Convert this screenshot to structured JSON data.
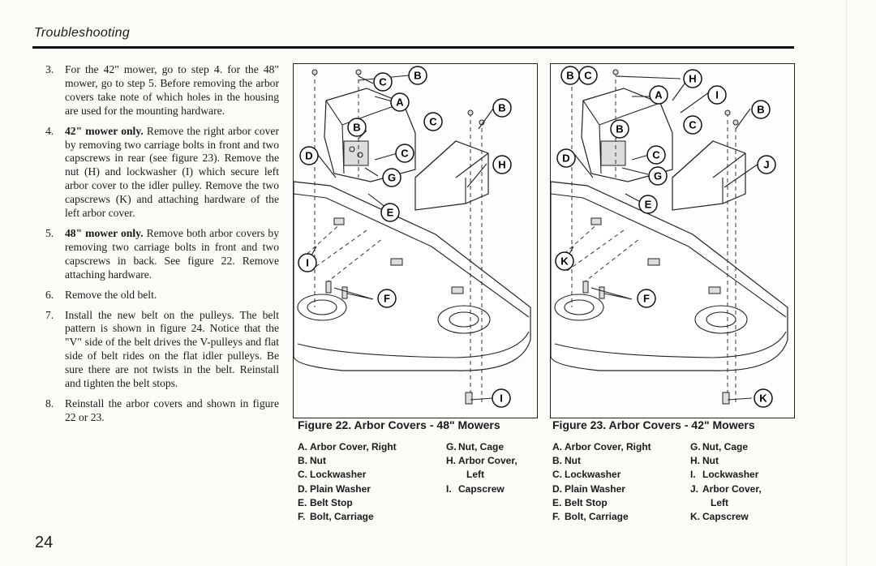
{
  "header": {
    "section": "Troubleshooting"
  },
  "steps": [
    {
      "num": "3.",
      "lead": "",
      "text": "For the 42\" mower, go to step 4. for the 48\" mower, go to step 5. Before removing the arbor covers take note of which holes in the housing are used for the mounting hardware."
    },
    {
      "num": "4.",
      "lead": "42\" mower only.",
      "text": " Remove the right arbor cover by removing two carriage bolts in front and two capscrews in rear (see figure 23). Remove the nut (H) and lockwasher (I) which secure left arbor cover to the idler pulley. Remove the two capscrews (K) and attaching hardware of the left arbor cover."
    },
    {
      "num": "5.",
      "lead": "48\" mower only.",
      "text": " Remove both arbor covers by removing two carriage bolts in front and two capscrews in back. See figure 22. Remove attaching hardware."
    },
    {
      "num": "6.",
      "lead": "",
      "text": "Remove the old belt."
    },
    {
      "num": "7.",
      "lead": "",
      "text": "Install the new belt on the pulleys. The belt pattern is shown in figure 24. Notice that the \"V\" side of the belt drives the V-pulleys and flat side of belt rides on the flat idler pulleys. Be sure there are not twists in the belt. Reinstall and tighten the belt stops."
    },
    {
      "num": "8.",
      "lead": "",
      "text": "Reinstall the arbor covers and shown in figure 22 or 23."
    }
  ],
  "figure22": {
    "caption": "Figure 22. Arbor Covers - 48\" Mowers",
    "callouts": {
      "a": "A",
      "b": "B",
      "c": "C",
      "d": "D",
      "e": "E",
      "f": "F",
      "g": "G",
      "h": "H",
      "i": "I"
    },
    "legend_left": [
      {
        "letter": "A.",
        "label": "Arbor Cover, Right"
      },
      {
        "letter": "B.",
        "label": "Nut"
      },
      {
        "letter": "C.",
        "label": "Lockwasher"
      },
      {
        "letter": "D.",
        "label": "Plain Washer"
      },
      {
        "letter": "E.",
        "label": "Belt Stop"
      },
      {
        "letter": "F.",
        "label": "Bolt, Carriage"
      }
    ],
    "legend_right": [
      {
        "letter": "G.",
        "label": "Nut, Cage"
      },
      {
        "letter": "H.",
        "label": "Arbor Cover,"
      },
      {
        "letter": "",
        "label": "Left"
      },
      {
        "letter": "I.",
        "label": "Capscrew"
      }
    ]
  },
  "figure23": {
    "caption": "Figure 23. Arbor Covers - 42\" Mowers",
    "callouts": {
      "a": "A",
      "b": "B",
      "c": "C",
      "d": "D",
      "e": "E",
      "f": "F",
      "g": "G",
      "h": "H",
      "i": "I",
      "j": "J",
      "k": "K"
    },
    "legend_left": [
      {
        "letter": "A.",
        "label": "Arbor Cover, Right"
      },
      {
        "letter": "B.",
        "label": "Nut"
      },
      {
        "letter": "C.",
        "label": "Lockwasher"
      },
      {
        "letter": "D.",
        "label": "Plain Washer"
      },
      {
        "letter": "E.",
        "label": "Belt Stop"
      },
      {
        "letter": "F.",
        "label": "Bolt, Carriage"
      }
    ],
    "legend_right": [
      {
        "letter": "G.",
        "label": "Nut, Cage"
      },
      {
        "letter": "H.",
        "label": "Nut"
      },
      {
        "letter": "I.",
        "label": "Lockwasher"
      },
      {
        "letter": "J.",
        "label": "Arbor Cover,"
      },
      {
        "letter": "",
        "label": "Left"
      },
      {
        "letter": "K.",
        "label": "Capscrew"
      }
    ]
  },
  "page_number": "24"
}
